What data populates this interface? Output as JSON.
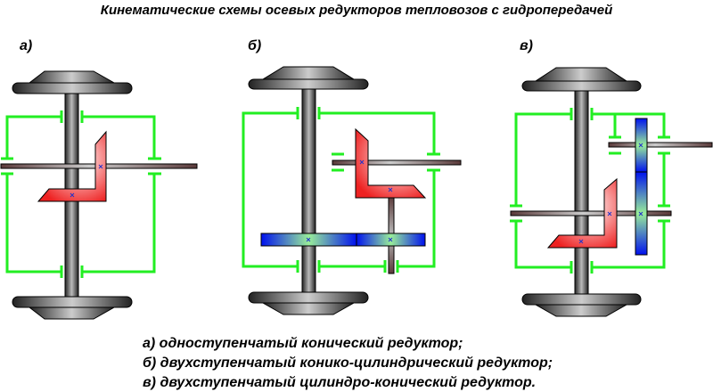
{
  "title": "Кинематические схемы осевых редукторов тепловозов с гидропередачей",
  "diagrams": [
    {
      "label": "а)"
    },
    {
      "label": "б)"
    },
    {
      "label": "в)"
    }
  ],
  "captions": [
    "а) одноступенчатый конический редуктор;",
    "б) двухступенчатый конико-цилиндрический редуктор;",
    "в) двухступенчатый цилиндро-конический редуктор."
  ],
  "colors": {
    "housing": "#22ee22",
    "bevel_gear": "#ee3333",
    "spur_gear": "#0022ee",
    "axle": "#444444",
    "shaft": "#5a3a3a"
  }
}
